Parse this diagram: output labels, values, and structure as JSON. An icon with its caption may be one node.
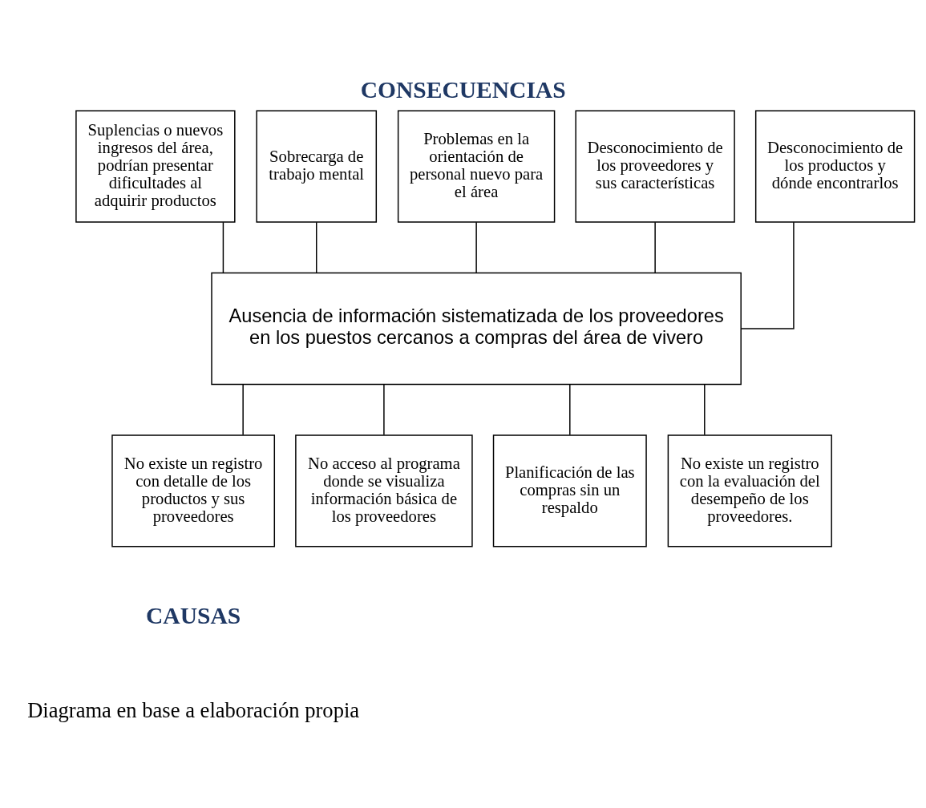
{
  "diagram": {
    "title": "CONSECUENCIAS",
    "caption": "Diagrama en base a elaboración propia",
    "nodes": [
      {
        "text": [
          "Suplencias o nuevos ingresos del área, podrían presentar dificultades al adquirir productos"
        ]
      },
      {
        "text": [
          "Sobrecarga de trabajo mental"
        ]
      },
      {
        "text": [
          "Problemas en la orientación de personal nuevo para el área"
        ]
      },
      {
        "text": [
          "Desconocimiento de los proveedores y sus características"
        ]
      },
      {
        "text": [
          "Desconocimiento de los productos y dónde encontrarlos"
        ]
      },
      {
        "text": [
          "Ausencia de información sistematizada de los proveedores en los puestos cercanos a compras del área de vivero"
        ]
      },
      {
        "text": [
          "No existe un registro con detalle de los productos y sus proveedores"
        ]
      },
      {
        "text": [
          "No acceso al programa donde se visualiza información básica de los proveedores"
        ]
      },
      {
        "text": [
          "Planificación de las compras sin un respaldo"
        ]
      },
      {
        "text": [
          "No existe un registro con la evaluación del desempeño de los proveedores."
        ]
      }
    ],
    "edges": [
      {
        "from": 0,
        "to": 5,
        "arrow": "none"
      },
      {
        "from": 1,
        "to": 5,
        "arrow": "none"
      },
      {
        "from": 2,
        "to": 5,
        "arrow": "none"
      },
      {
        "from": 3,
        "to": 5,
        "arrow": "none"
      },
      {
        "from": 4,
        "to": 5,
        "arrow": "none"
      },
      {
        "from": 5,
        "to": 6,
        "arrow": "none"
      },
      {
        "from": 5,
        "to": 7,
        "arrow": "none"
      },
      {
        "from": 5,
        "to": 8,
        "arrow": "none"
      },
      {
        "from": 5,
        "to": 9,
        "arrow": "none"
      }
    ],
    "labels": [
      "CAUSAS"
    ]
  }
}
